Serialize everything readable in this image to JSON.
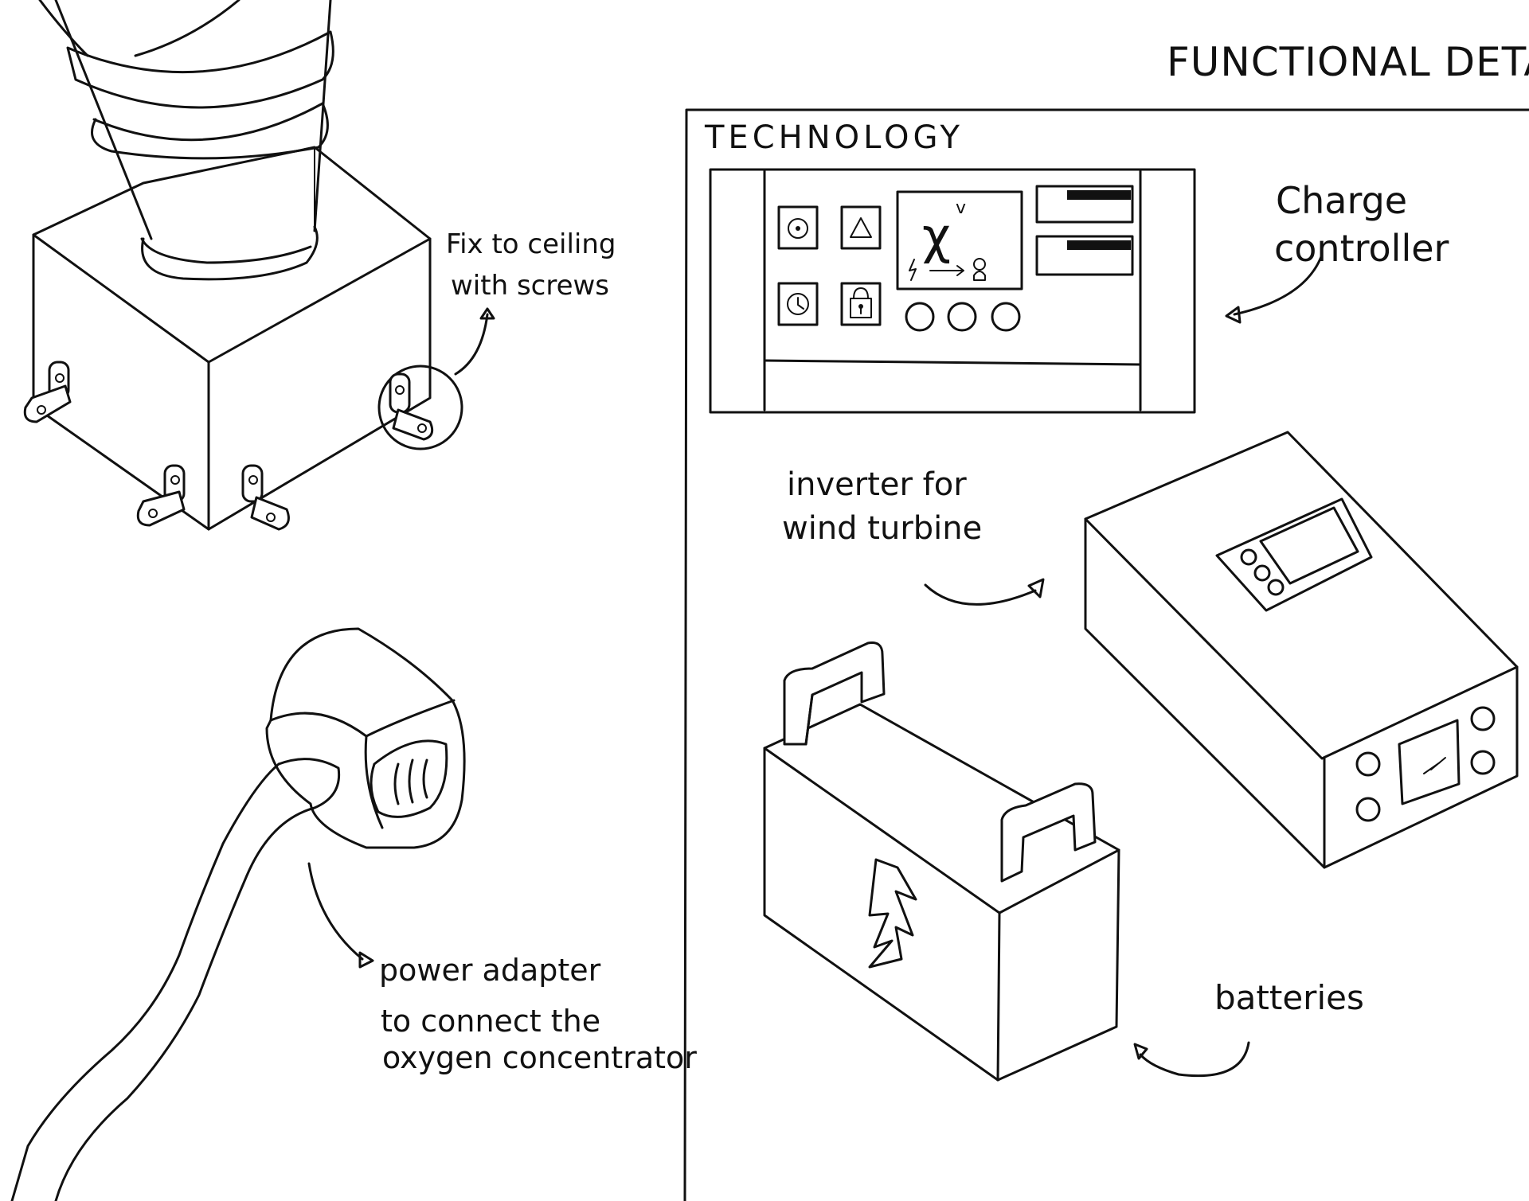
{
  "header": {
    "title": "FUNCTIONAL DETAILS"
  },
  "technology_panel": {
    "title": "TECHNOLOGY"
  },
  "labels": {
    "mount_line1": "Fix to ceiling",
    "mount_line2": "with screws",
    "adapter_line1": "power adapter",
    "adapter_line2": "to connect the",
    "adapter_line3": "oxygen concentrator",
    "charge_line1": "Charge",
    "charge_line2": "controller",
    "inverter_line1": "inverter for",
    "inverter_line2": "wind turbine",
    "batteries": "batteries"
  },
  "charge_controller_display": {
    "symbol": "χ",
    "superscript": "v"
  },
  "icons": [
    "circle-dot-icon",
    "triangle-icon",
    "clock-icon",
    "padlock-icon",
    "lightning-icon",
    "arrow-right-icon",
    "bulb-icon"
  ],
  "colors": {
    "ink": "#111111",
    "paper": "#ffffff"
  }
}
